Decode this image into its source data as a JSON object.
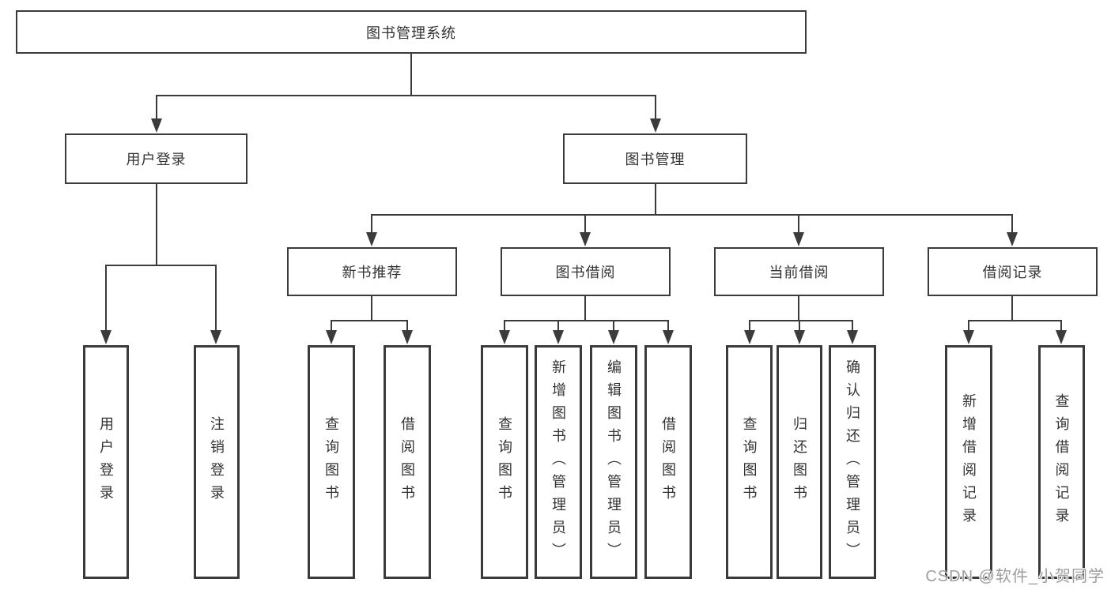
{
  "tree": {
    "label": "图书管理系统",
    "children": [
      {
        "label": "用户登录",
        "children": [
          {
            "label": "用户登录"
          },
          {
            "label": "注销登录"
          }
        ]
      },
      {
        "label": "图书管理",
        "children": [
          {
            "label": "新书推荐",
            "children": [
              {
                "label": "查询图书"
              },
              {
                "label": "借阅图书"
              }
            ]
          },
          {
            "label": "图书借阅",
            "children": [
              {
                "label": "查询图书"
              },
              {
                "label": "新增图书（管理员）"
              },
              {
                "label": "编辑图书（管理员）"
              },
              {
                "label": "借阅图书"
              }
            ]
          },
          {
            "label": "当前借阅",
            "children": [
              {
                "label": "查询图书"
              },
              {
                "label": "归还图书"
              },
              {
                "label": "确认归还（管理员）"
              }
            ]
          },
          {
            "label": "借阅记录",
            "children": [
              {
                "label": "新增借阅记录"
              },
              {
                "label": "查询借阅记录"
              }
            ]
          }
        ]
      }
    ]
  },
  "watermark": {
    "text": "CSDN @软件_小贺同学"
  },
  "colors": {
    "line": "#3b3b3b",
    "text": "#333333",
    "watermark": "#9e9e9e",
    "background": "#ffffff"
  }
}
